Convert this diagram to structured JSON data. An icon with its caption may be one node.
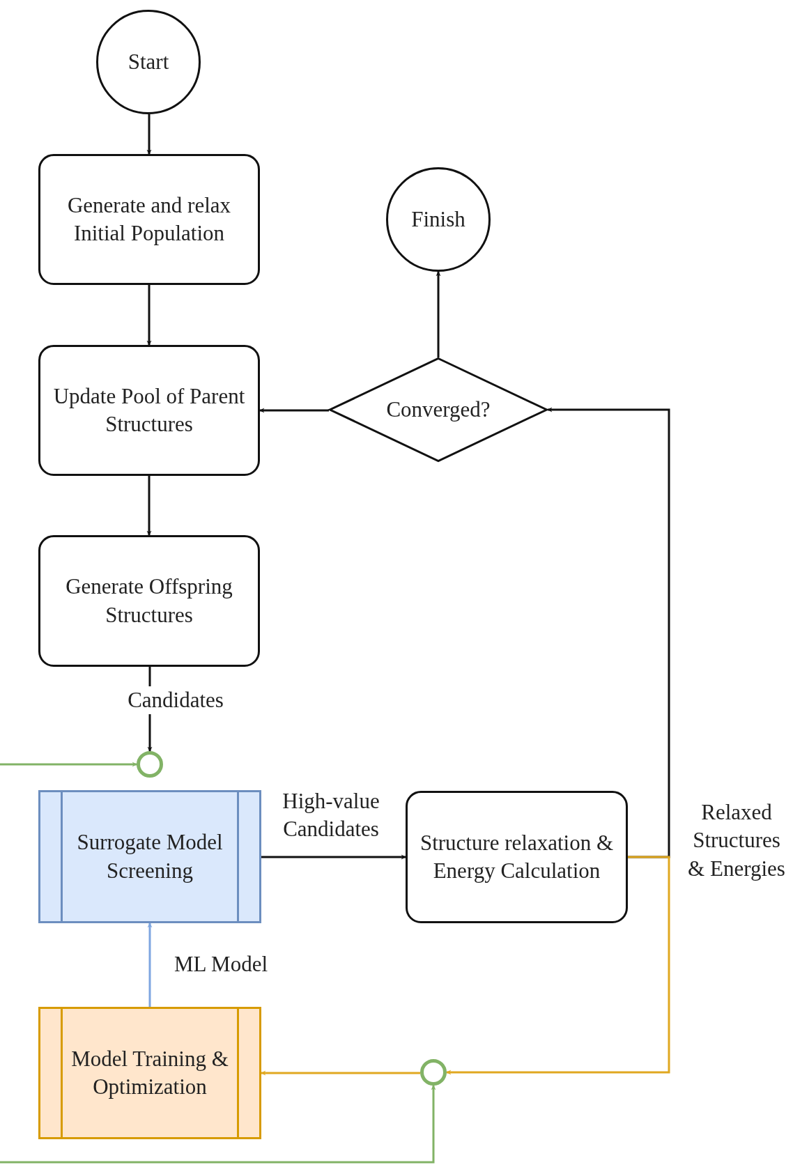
{
  "diagram": {
    "nodes": [
      {
        "text": [
          "Start"
        ]
      },
      {
        "text": [
          "Generate and relax Initial Population"
        ]
      },
      {
        "text": [
          "Update Pool of Parent Structures"
        ]
      },
      {
        "text": [
          "Generate Offspring Structures"
        ]
      },
      {
        "text": [],
        "shape": "circle"
      },
      {
        "text": [
          "Surrogate Model Screening"
        ]
      },
      {
        "text": [
          "Structure relaxation & Energy Calculation"
        ]
      },
      {
        "text": [
          "Finish"
        ]
      },
      {
        "text": [
          "Converged?"
        ]
      },
      {
        "text": [
          "Model Training & Optimization"
        ]
      },
      {
        "text": [],
        "shape": "circle"
      }
    ],
    "edges": [
      {
        "from": 0,
        "to": 1,
        "arrow": "to"
      },
      {
        "from": 1,
        "to": 2,
        "arrow": "to"
      },
      {
        "from": 2,
        "to": 3,
        "arrow": "to"
      },
      {
        "from": 3,
        "to": 4,
        "arrow": "to",
        "label": "Candidates"
      },
      {
        "from": null,
        "to": 4,
        "arrow": "to",
        "color": "#82b366"
      },
      {
        "from": 5,
        "to": 6,
        "arrow": "to",
        "label": "High-value Candidates"
      },
      {
        "from": 6,
        "to": 8,
        "arrow": "to"
      },
      {
        "from": 8,
        "to": 7,
        "arrow": "to"
      },
      {
        "from": 8,
        "to": 2,
        "arrow": "to"
      },
      {
        "from": 6,
        "to": 10,
        "arrow": "to",
        "color": "#e0a820",
        "label": "Relaxed Structures & Energies"
      },
      {
        "from": 10,
        "to": 9,
        "arrow": "to",
        "color": "#e0a820"
      },
      {
        "from": null,
        "to": 10,
        "arrow": "to",
        "color": "#82b366"
      },
      {
        "from": 9,
        "to": 5,
        "arrow": "to",
        "color": "#7ea6e0",
        "label": "ML Model"
      }
    ]
  }
}
